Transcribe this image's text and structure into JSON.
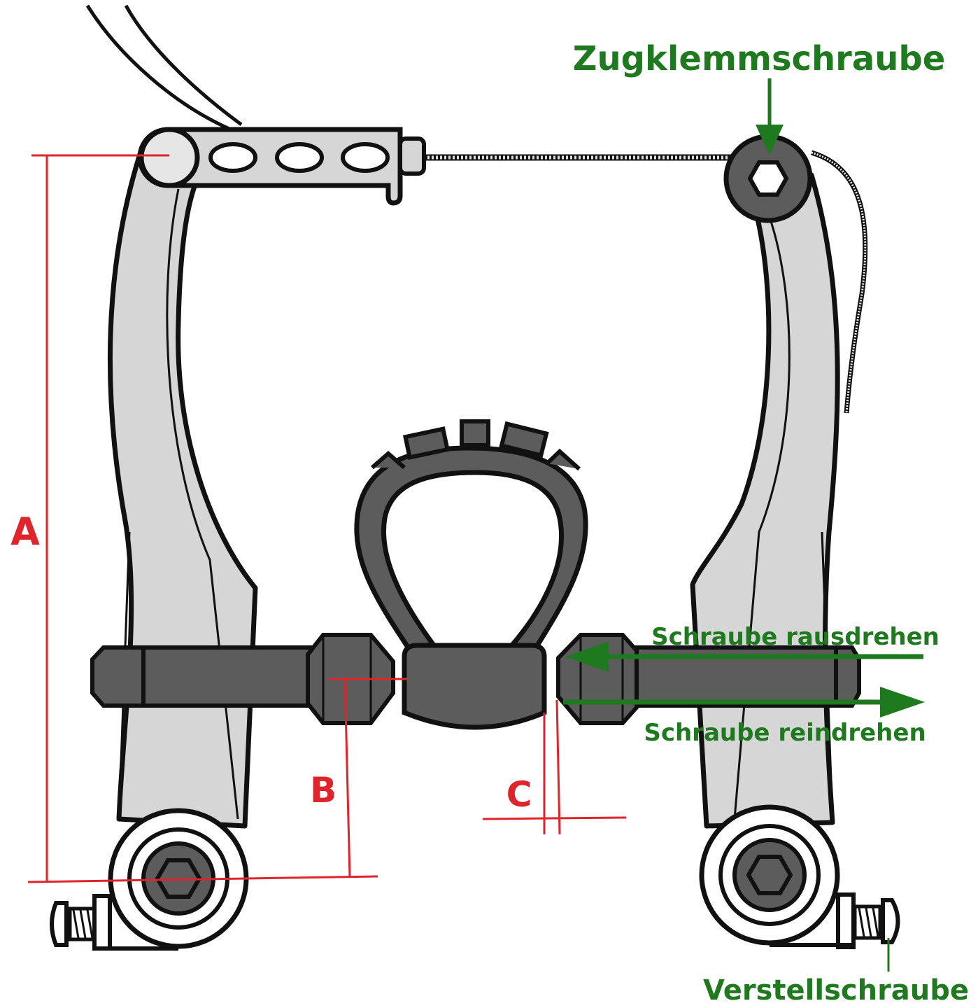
{
  "labels": {
    "zugklemmschraube": "Zugklemmschraube",
    "schraube_rausdrehen": "Schraube rausdrehen",
    "schraube_reindrehen": "Schraube reindrehen",
    "verstellschraube": "Verstellschraube",
    "dim_a": "A",
    "dim_b": "B",
    "dim_c": "C"
  },
  "colors": {
    "annotation_green": "#1f7a1f",
    "dimension_red": "#e0242b",
    "arm_silver": "#d6d6d6",
    "part_dark": "#5c5c5c",
    "outline": "#111111"
  }
}
